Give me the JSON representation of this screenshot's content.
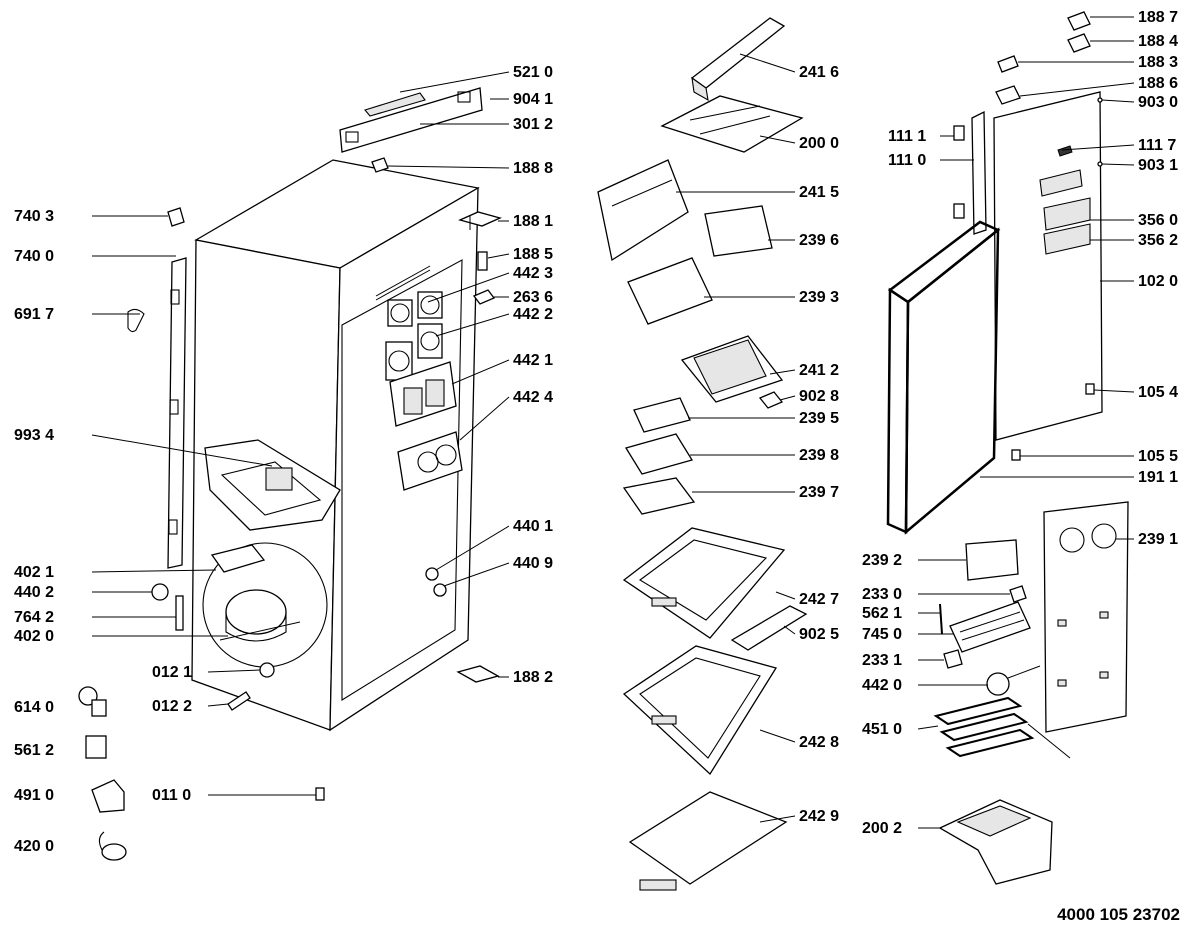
{
  "document_number": "4000 105 23702",
  "callouts": [
    {
      "id": "5210",
      "text": "521 0"
    },
    {
      "id": "9041",
      "text": "904 1"
    },
    {
      "id": "3012",
      "text": "301 2"
    },
    {
      "id": "1888",
      "text": "188 8"
    },
    {
      "id": "7403",
      "text": "740 3"
    },
    {
      "id": "1881",
      "text": "188 1"
    },
    {
      "id": "7400",
      "text": "740 0"
    },
    {
      "id": "1885",
      "text": "188 5"
    },
    {
      "id": "4423",
      "text": "442 3"
    },
    {
      "id": "2636",
      "text": "263 6"
    },
    {
      "id": "6917",
      "text": "691 7"
    },
    {
      "id": "4422",
      "text": "442 2"
    },
    {
      "id": "4421",
      "text": "442 1"
    },
    {
      "id": "4424",
      "text": "442 4"
    },
    {
      "id": "9934",
      "text": "993 4"
    },
    {
      "id": "4401",
      "text": "440 1"
    },
    {
      "id": "4409",
      "text": "440 9"
    },
    {
      "id": "4021",
      "text": "402 1"
    },
    {
      "id": "4402",
      "text": "440 2"
    },
    {
      "id": "7642",
      "text": "764 2"
    },
    {
      "id": "4020",
      "text": "402 0"
    },
    {
      "id": "0121",
      "text": "012 1"
    },
    {
      "id": "1882",
      "text": "188 2"
    },
    {
      "id": "6140",
      "text": "614 0"
    },
    {
      "id": "0122",
      "text": "012 2"
    },
    {
      "id": "5612",
      "text": "561 2"
    },
    {
      "id": "4910",
      "text": "491 0"
    },
    {
      "id": "0110",
      "text": "011 0"
    },
    {
      "id": "4200",
      "text": "420 0"
    },
    {
      "id": "2416",
      "text": "241 6"
    },
    {
      "id": "2000",
      "text": "200 0"
    },
    {
      "id": "2415",
      "text": "241 5"
    },
    {
      "id": "2396",
      "text": "239 6"
    },
    {
      "id": "2393",
      "text": "239 3"
    },
    {
      "id": "2412",
      "text": "241 2"
    },
    {
      "id": "9028",
      "text": "902 8"
    },
    {
      "id": "2395",
      "text": "239 5"
    },
    {
      "id": "2398",
      "text": "239 8"
    },
    {
      "id": "2397",
      "text": "239 7"
    },
    {
      "id": "2427",
      "text": "242 7"
    },
    {
      "id": "9025",
      "text": "902 5"
    },
    {
      "id": "2428",
      "text": "242 8"
    },
    {
      "id": "2429",
      "text": "242 9"
    },
    {
      "id": "1887",
      "text": "188 7"
    },
    {
      "id": "1884",
      "text": "188 4"
    },
    {
      "id": "1883",
      "text": "188 3"
    },
    {
      "id": "1886",
      "text": "188 6"
    },
    {
      "id": "9030",
      "text": "903 0"
    },
    {
      "id": "1111",
      "text": "111 1"
    },
    {
      "id": "1117",
      "text": "111 7"
    },
    {
      "id": "1110",
      "text": "111 0"
    },
    {
      "id": "9031",
      "text": "903 1"
    },
    {
      "id": "3560",
      "text": "356 0"
    },
    {
      "id": "3562",
      "text": "356 2"
    },
    {
      "id": "1020",
      "text": "102 0"
    },
    {
      "id": "1054",
      "text": "105 4"
    },
    {
      "id": "1055",
      "text": "105 5"
    },
    {
      "id": "1911",
      "text": "191 1"
    },
    {
      "id": "2391",
      "text": "239 1"
    },
    {
      "id": "2392",
      "text": "239 2"
    },
    {
      "id": "2330",
      "text": "233 0"
    },
    {
      "id": "5621",
      "text": "562 1"
    },
    {
      "id": "7450",
      "text": "745 0"
    },
    {
      "id": "2331",
      "text": "233 1"
    },
    {
      "id": "4420",
      "text": "442 0"
    },
    {
      "id": "4510",
      "text": "451 0"
    },
    {
      "id": "2002",
      "text": "200 2"
    }
  ]
}
